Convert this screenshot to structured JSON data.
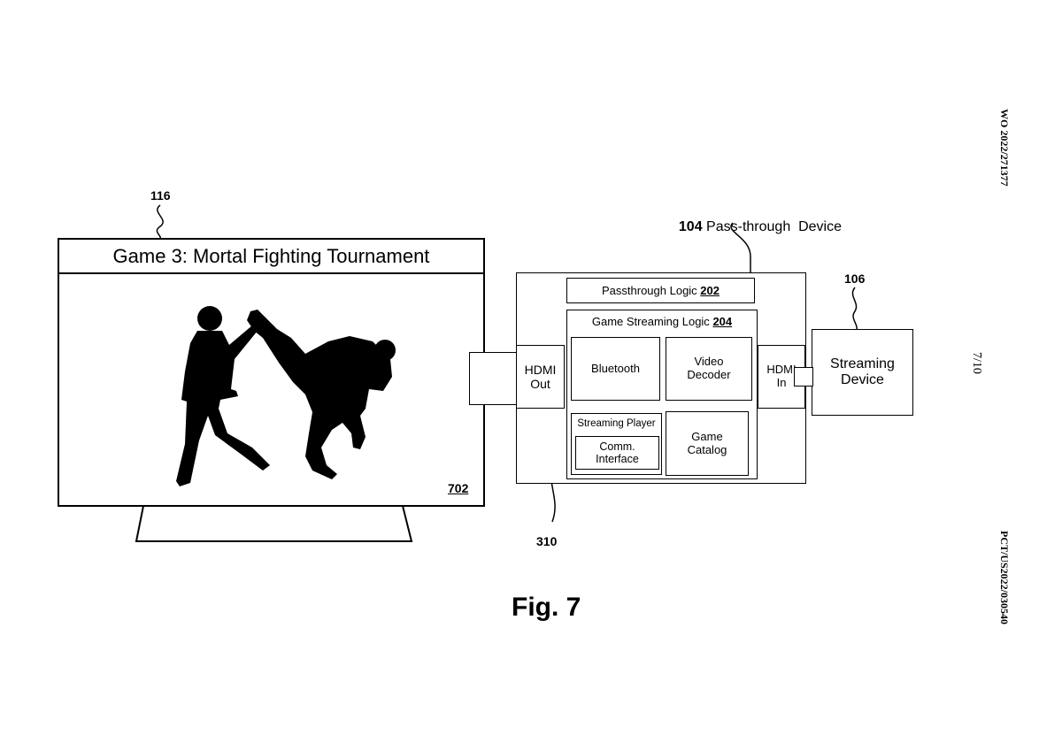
{
  "sidebar": {
    "publication_number": "WO 2022/271377",
    "sheet": "7/10",
    "application_number": "PCT/US2022/030540"
  },
  "tv": {
    "ref": "116",
    "title": "Game 3: Mortal Fighting Tournament",
    "screen_ref": "702"
  },
  "device": {
    "ref": "104",
    "label": "Pass-through  Device",
    "hdmi_out": "HDMI\nOut",
    "hdmi_in": "HDMI\nIn",
    "passthrough": {
      "label": "Passthrough Logic ",
      "ref": "202"
    },
    "game_streaming": {
      "label": "Game Streaming Logic ",
      "ref": "204"
    },
    "bluetooth": "Bluetooth",
    "video_decoder": "Video\nDecoder",
    "streaming_player": "Streaming Player",
    "comm_interface": "Comm.\nInterface",
    "game_catalog": "Game\nCatalog"
  },
  "streaming_device": {
    "ref": "106",
    "label": "Streaming\nDevice"
  },
  "callouts": {
    "comm_interface_ref": "310"
  },
  "figure_caption": "Fig. 7",
  "colors": {
    "ink": "#000000",
    "paper": "#ffffff"
  }
}
